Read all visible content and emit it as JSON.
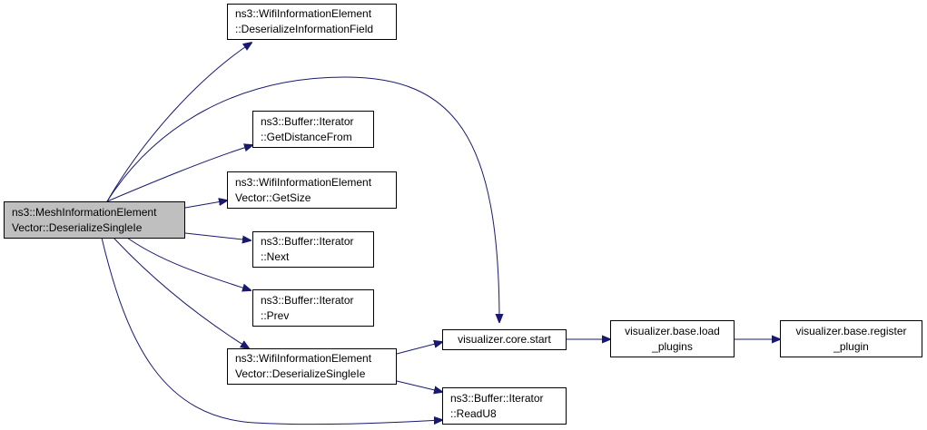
{
  "colors": {
    "edge": "#191970",
    "root_fill": "#bfbfbf",
    "node_fill": "#ffffff",
    "border": "#000000"
  },
  "nodes": {
    "root": {
      "line1": "ns3::MeshInformationElement",
      "line2": "Vector::DeserializeSingleIe"
    },
    "deserialize_information_field": {
      "line1": "ns3::WifiInformationElement",
      "line2": "::DeserializeInformationField"
    },
    "get_distance_from": {
      "line1": "ns3::Buffer::Iterator",
      "line2": "::GetDistanceFrom"
    },
    "get_size": {
      "line1": "ns3::WifiInformationElement",
      "line2": "Vector::GetSize"
    },
    "next": {
      "line1": "ns3::Buffer::Iterator",
      "line2": "::Next"
    },
    "prev": {
      "line1": "ns3::Buffer::Iterator",
      "line2": "::Prev"
    },
    "wifi_deserialize_single_ie": {
      "line1": "ns3::WifiInformationElement",
      "line2": "Vector::DeserializeSingleIe"
    },
    "core_start": {
      "line1": "visualizer.core.start"
    },
    "read_u8": {
      "line1": "ns3::Buffer::Iterator",
      "line2": "::ReadU8"
    },
    "load_plugins": {
      "line1": "visualizer.base.load",
      "line2": "_plugins"
    },
    "register_plugin": {
      "line1": "visualizer.base.register",
      "line2": "_plugin"
    }
  },
  "edges": [
    {
      "from": "root",
      "to": "deserialize_information_field"
    },
    {
      "from": "root",
      "to": "core_start"
    },
    {
      "from": "root",
      "to": "get_distance_from"
    },
    {
      "from": "root",
      "to": "get_size"
    },
    {
      "from": "root",
      "to": "next"
    },
    {
      "from": "root",
      "to": "prev"
    },
    {
      "from": "root",
      "to": "wifi_deserialize_single_ie"
    },
    {
      "from": "root",
      "to": "read_u8"
    },
    {
      "from": "wifi_deserialize_single_ie",
      "to": "core_start"
    },
    {
      "from": "wifi_deserialize_single_ie",
      "to": "read_u8"
    },
    {
      "from": "core_start",
      "to": "load_plugins"
    },
    {
      "from": "load_plugins",
      "to": "register_plugin"
    }
  ]
}
